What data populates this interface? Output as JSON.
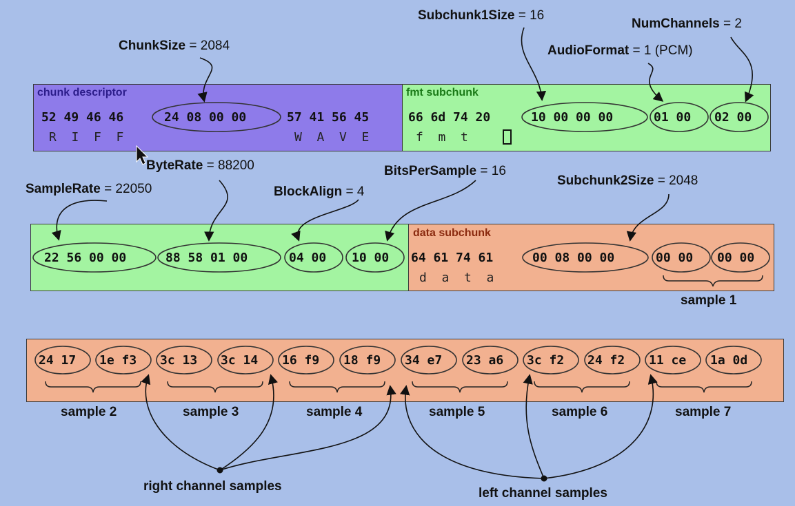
{
  "colors": {
    "background": "#a9bfe9",
    "riff": "#8e7bea",
    "fmt": "#a3f4a1",
    "data": "#f2b190",
    "riff_title": "#2b1c8a",
    "fmt_title": "#1a7a17",
    "data_title": "#8a2a0f"
  },
  "chunk_descriptor": {
    "title": "chunk descriptor",
    "bytes": [
      "52 49 46 46",
      "24 08 00 00",
      "57 41 56 45"
    ],
    "ascii_riff": "R  I  F  F",
    "ascii_wave": "W  A  V  E"
  },
  "fmt_subchunk": {
    "title": "fmt subchunk",
    "bytes_id": "66 6d 74 20",
    "bytes_size": "10 00 00 00",
    "bytes_format": "01 00",
    "bytes_channels": "02 00",
    "ascii": "f  m  t",
    "row2": [
      "22 56 00 00",
      "88 58 01 00",
      "04 00",
      "10 00"
    ]
  },
  "data_subchunk": {
    "title": "data subchunk",
    "bytes_id": "64 61 74 61",
    "bytes_size": "00 08 00 00",
    "sample1": [
      "00 00",
      "00 00"
    ],
    "ascii": "d  a  t  a"
  },
  "samples_row": {
    "pairs": [
      "24 17",
      "1e f3",
      "3c 13",
      "3c 14",
      "16 f9",
      "18 f9",
      "34 e7",
      "23 a6",
      "3c f2",
      "24 f2",
      "11 ce",
      "1a 0d"
    ]
  },
  "labels": {
    "chunk_size": {
      "name": "ChunkSize",
      "value": "= 2084"
    },
    "subchunk1_size": {
      "name": "Subchunk1Size",
      "value": "= 16"
    },
    "num_channels": {
      "name": "NumChannels",
      "value": "= 2"
    },
    "audio_format": {
      "name": "AudioFormat",
      "value": "= 1 (PCM)"
    },
    "byte_rate": {
      "name": "ByteRate",
      "value": "= 88200"
    },
    "bits_per_sample": {
      "name": "BitsPerSample",
      "value": "= 16"
    },
    "sample_rate": {
      "name": "SampleRate",
      "value": "= 22050"
    },
    "block_align": {
      "name": "BlockAlign",
      "value": "= 4"
    },
    "subchunk2_size": {
      "name": "Subchunk2Size",
      "value": "= 2048"
    }
  },
  "sample_labels": [
    "sample 1",
    "sample 2",
    "sample 3",
    "sample 4",
    "sample 5",
    "sample 6",
    "sample 7"
  ],
  "channel_labels": {
    "right": "right channel samples",
    "left": "left channel samples"
  }
}
